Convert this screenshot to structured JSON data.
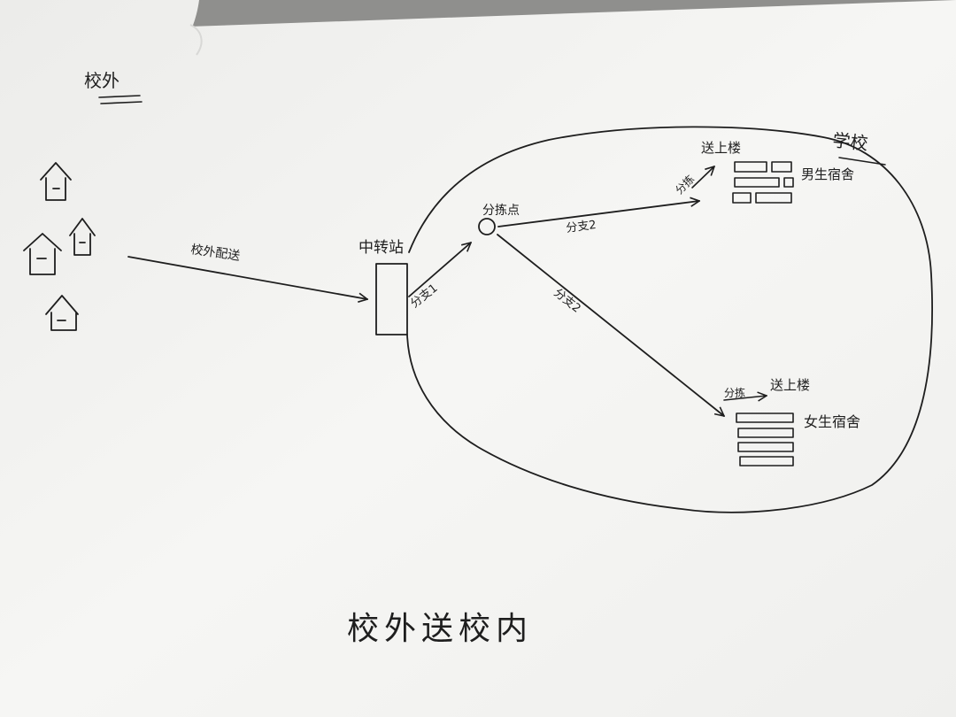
{
  "labels": {
    "outside_area": "校外",
    "outside_delivery": "校外配送",
    "transfer_station": "中转站",
    "school": "学校",
    "sub_station": "分拣点",
    "branch_1": "分支1",
    "branch_2a": "分支2",
    "branch_2b": "分支2",
    "boys_dorm": "男生宿舍",
    "girls_dorm": "女生宿舍",
    "upstairs_boys": "送上楼",
    "upstairs_girls": "送上楼",
    "split_boys": "分拣",
    "split_girls": "分拣",
    "caption": "校外送校内"
  },
  "colors": {
    "ink": "#1e1e1e",
    "paper": "#f4f4f2"
  }
}
